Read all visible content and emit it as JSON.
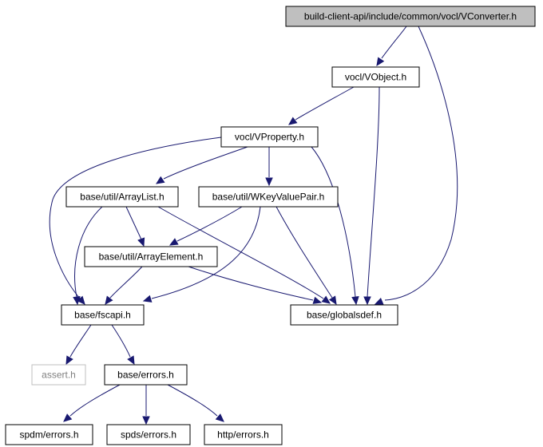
{
  "nodes": [
    {
      "id": "vconverter",
      "label": "build-client-api/include/common/vocl/VConverter.h",
      "style": "root",
      "link": false
    },
    {
      "id": "vobject",
      "label": "vocl/VObject.h",
      "style": "normal",
      "link": true
    },
    {
      "id": "vproperty",
      "label": "vocl/VProperty.h",
      "style": "normal",
      "link": true
    },
    {
      "id": "arraylist",
      "label": "base/util/ArrayList.h",
      "style": "normal",
      "link": true
    },
    {
      "id": "wkeyvaluepair",
      "label": "base/util/WKeyValuePair.h",
      "style": "normal",
      "link": true
    },
    {
      "id": "arrayelement",
      "label": "base/util/ArrayElement.h",
      "style": "normal",
      "link": true
    },
    {
      "id": "fscapi",
      "label": "base/fscapi.h",
      "style": "normal",
      "link": true
    },
    {
      "id": "globalsdef",
      "label": "base/globalsdef.h",
      "style": "normal",
      "link": true
    },
    {
      "id": "assert",
      "label": "assert.h",
      "style": "missing",
      "link": false
    },
    {
      "id": "errors",
      "label": "base/errors.h",
      "style": "normal",
      "link": true
    },
    {
      "id": "spdm",
      "label": "spdm/errors.h",
      "style": "normal",
      "link": true
    },
    {
      "id": "spds",
      "label": "spds/errors.h",
      "style": "normal",
      "link": true
    },
    {
      "id": "http",
      "label": "http/errors.h",
      "style": "normal",
      "link": true
    }
  ],
  "edges": [
    {
      "from": "vconverter",
      "to": "vobject"
    },
    {
      "from": "vconverter",
      "to": "globalsdef"
    },
    {
      "from": "vobject",
      "to": "vproperty"
    },
    {
      "from": "vobject",
      "to": "globalsdef"
    },
    {
      "from": "vproperty",
      "to": "fscapi"
    },
    {
      "from": "vproperty",
      "to": "arraylist"
    },
    {
      "from": "vproperty",
      "to": "wkeyvaluepair"
    },
    {
      "from": "vproperty",
      "to": "globalsdef"
    },
    {
      "from": "arraylist",
      "to": "fscapi"
    },
    {
      "from": "arraylist",
      "to": "arrayelement"
    },
    {
      "from": "arraylist",
      "to": "globalsdef"
    },
    {
      "from": "wkeyvaluepair",
      "to": "arrayelement"
    },
    {
      "from": "wkeyvaluepair",
      "to": "fscapi"
    },
    {
      "from": "wkeyvaluepair",
      "to": "globalsdef"
    },
    {
      "from": "arrayelement",
      "to": "fscapi"
    },
    {
      "from": "arrayelement",
      "to": "globalsdef"
    },
    {
      "from": "fscapi",
      "to": "assert"
    },
    {
      "from": "fscapi",
      "to": "errors"
    },
    {
      "from": "errors",
      "to": "spdm"
    },
    {
      "from": "errors",
      "to": "spds"
    },
    {
      "from": "errors",
      "to": "http"
    }
  ],
  "colors": {
    "edge": "#191970",
    "root_fill": "#bfbfbf",
    "node_border": "#000000",
    "missing_border": "#bfbfbf",
    "missing_text": "#808080"
  }
}
